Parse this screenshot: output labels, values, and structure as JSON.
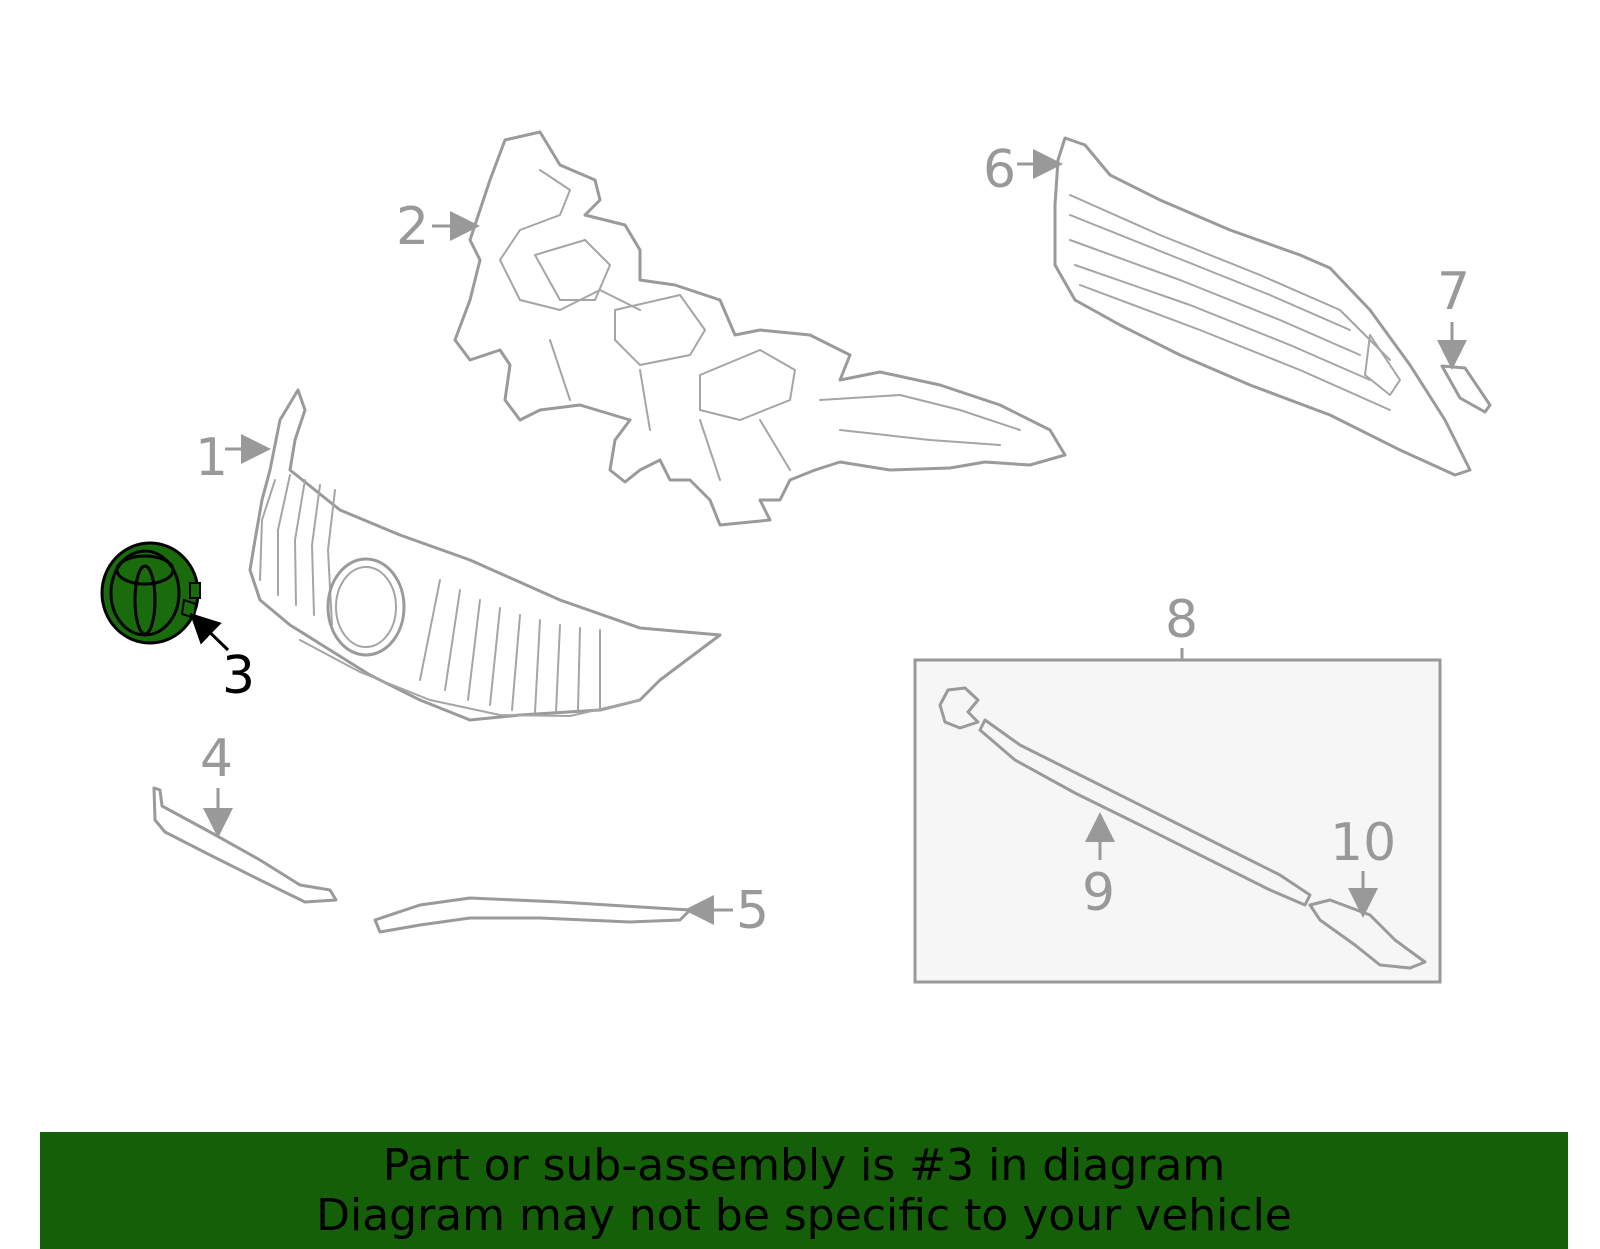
{
  "diagram": {
    "highlight_color": "#1a6b0c",
    "highlighted_part": "3",
    "callouts": {
      "c1": "1",
      "c2": "2",
      "c3": "3",
      "c4": "4",
      "c5": "5",
      "c6": "6",
      "c7": "7",
      "c8": "8",
      "c9": "9",
      "c10": "10"
    }
  },
  "banner": {
    "background_color": "#145f08",
    "line1": "Part or sub-assembly is #3 in diagram",
    "line2": "Diagram may not be specific to your vehicle"
  }
}
